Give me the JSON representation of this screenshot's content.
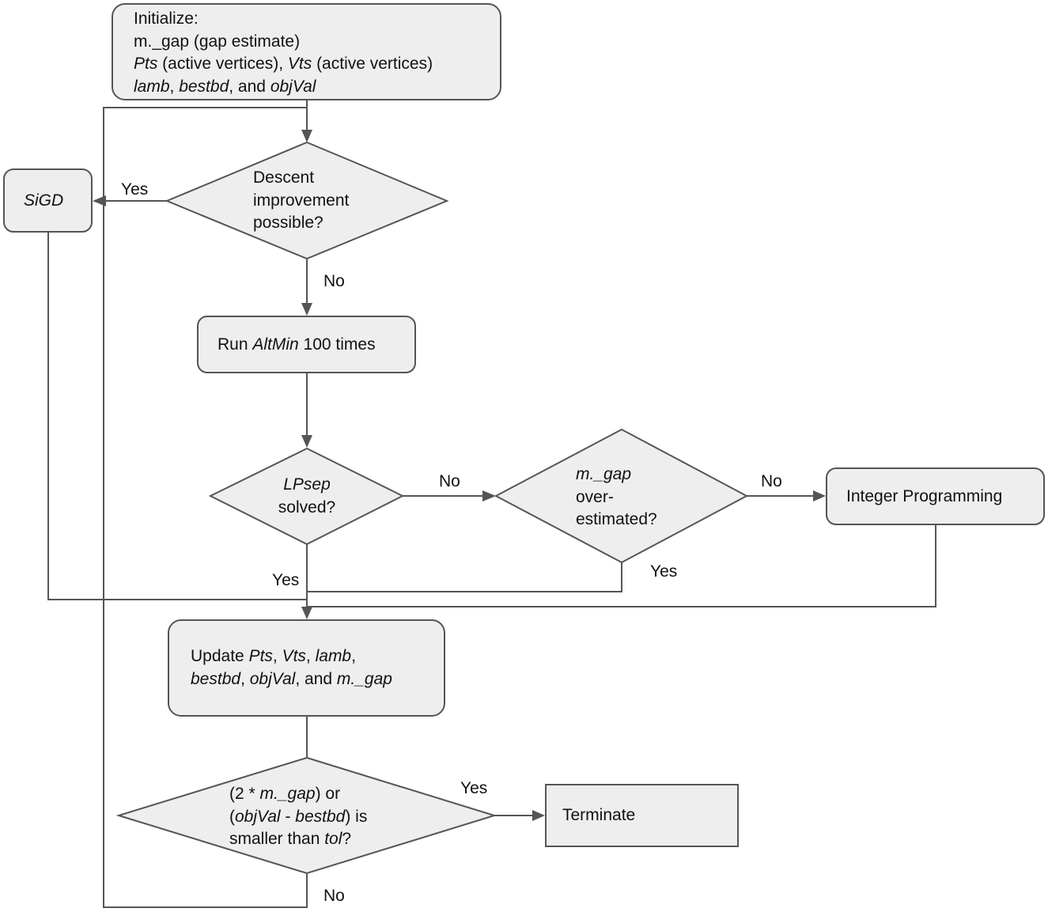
{
  "nodes": {
    "init": {
      "line1": "Initialize:",
      "line2": "m._gap (gap estimate)",
      "line3_i1": "Pts",
      "line3_t1": " (active vertices), ",
      "line3_i2": "Vts",
      "line3_t2": " (active vertices)",
      "line4_i1": "lamb",
      "line4_t1": ", ",
      "line4_i2": "bestbd",
      "line4_t2": ", and ",
      "line4_i3": "objVal"
    },
    "descent": {
      "line1": "Descent",
      "line2": "improvement",
      "line3": "possible?"
    },
    "sigd": {
      "label": "SiGD"
    },
    "altmin": {
      "pre": "Run ",
      "italic": "AltMin",
      "post": " 100 times"
    },
    "lpsep": {
      "line1": "LPsep",
      "line2": "solved?"
    },
    "gap_over": {
      "line1": "m._gap",
      "line2": "over-",
      "line3": "estimated?"
    },
    "integer": {
      "label": "Integer Programming"
    },
    "update": {
      "l1_pre": "Update ",
      "l1_i1": "Pts",
      "l1_t1": ", ",
      "l1_i2": "Vts",
      "l1_t2": ", ",
      "l1_i3": "lamb",
      "l1_t3": ",",
      "l2_i1": "bestbd",
      "l2_t1": ", ",
      "l2_i2": "objVal",
      "l2_t2": ", and ",
      "l2_i3": "m._gap"
    },
    "check": {
      "l1_pre": "(2 * ",
      "l1_i": "m._gap",
      "l1_post": ") or",
      "l2_pre": "(",
      "l2_i1": "objVal",
      "l2_mid": " - ",
      "l2_i2": "bestbd",
      "l2_post": ") is",
      "l3_pre": "smaller than ",
      "l3_i": "tol",
      "l3_post": "?"
    },
    "terminate": {
      "label": "Terminate"
    }
  },
  "edge_labels": {
    "descent_yes": "Yes",
    "descent_no": "No",
    "lpsep_no": "No",
    "lpsep_yes": "Yes",
    "gap_no": "No",
    "gap_yes": "Yes",
    "check_yes": "Yes",
    "check_no": "No"
  },
  "colors": {
    "node_fill": "#eeeeee",
    "stroke": "#555555",
    "text": "#111111"
  }
}
